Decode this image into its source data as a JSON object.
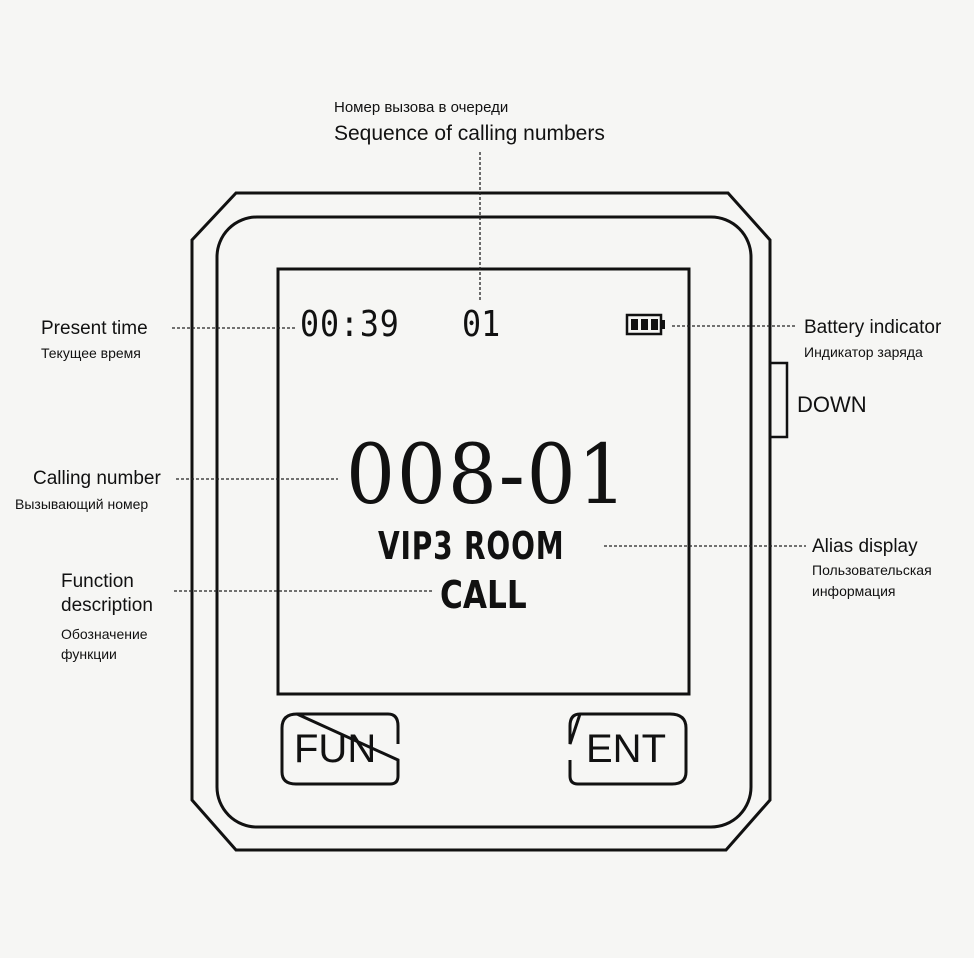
{
  "annotations": {
    "sequence_ru": "Номер вызова в очереди",
    "sequence_en": "Sequence of calling numbers",
    "present_time_en": "Present time",
    "present_time_ru": "Текущее время",
    "battery_en": "Battery indicator",
    "battery_ru": "Индикатор заряда",
    "down": "DOWN",
    "calling_number_en": "Calling number",
    "calling_number_ru": "Вызывающий номер",
    "alias_en": "Alias display",
    "alias_ru_line1": "Пользовательская",
    "alias_ru_line2": "информация",
    "function_en_line1": "Function",
    "function_en_line2": "description",
    "function_ru_line1": "Обозначение",
    "function_ru_line2": "функции"
  },
  "screen": {
    "time": "00:39",
    "sequence": "01",
    "calling_number": "008-01",
    "alias": "VIP3 ROOM",
    "function": "CALL",
    "battery_icon": "battery-full-icon"
  },
  "buttons": {
    "fun": "FUN",
    "ent": "ENT"
  }
}
